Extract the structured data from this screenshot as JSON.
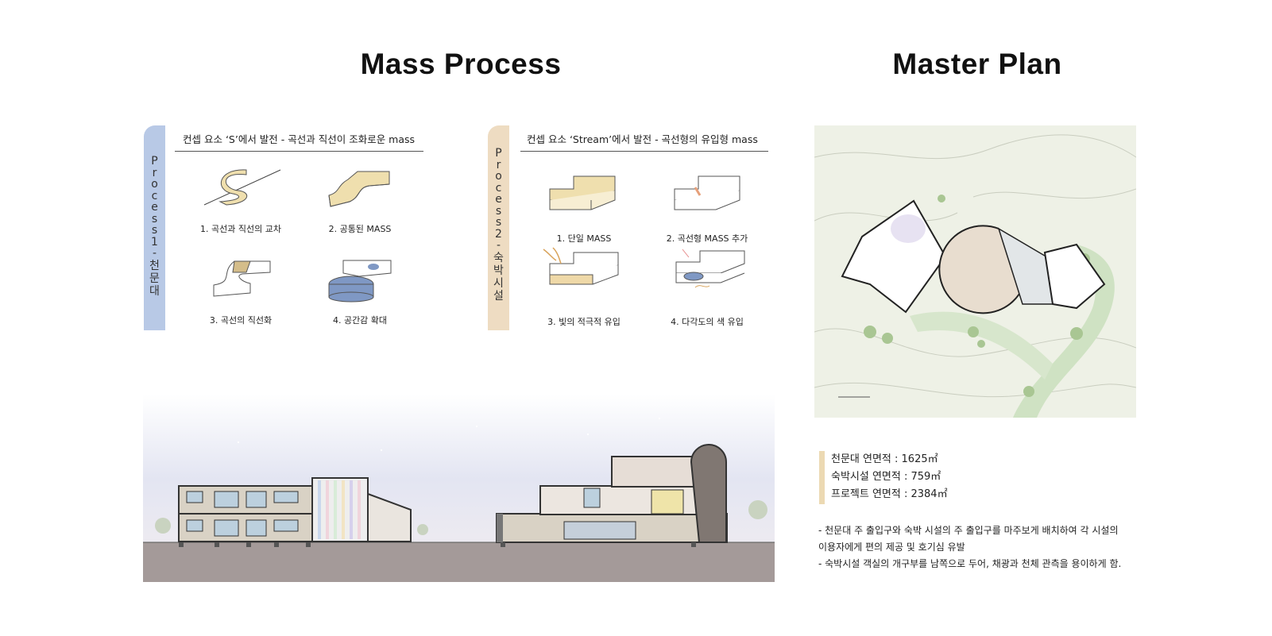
{
  "titles": {
    "mass_process": "Mass Process",
    "master_plan": "Master Plan"
  },
  "process1": {
    "tab_chars": [
      "P",
      "r",
      "o",
      "c",
      "e",
      "s",
      "s",
      "1",
      "-",
      "천",
      "문",
      "대"
    ],
    "heading": "컨셉 요소 ‘S’에서 발전 - 곡선과 직선이 조화로운 mass",
    "captions": [
      "1. 곡선과 직선의 교차",
      "2. 공통된 MASS",
      "3. 곡선의 직선화",
      "4. 공간감 확대"
    ]
  },
  "process2": {
    "tab_chars": [
      "P",
      "r",
      "o",
      "c",
      "e",
      "s",
      "s",
      "2",
      "-",
      "숙",
      "박",
      "시",
      "설"
    ],
    "heading": "컨셉 요소 ‘Stream’에서 발전 - 곡선형의 유입형 mass",
    "captions": [
      "1. 단일 MASS",
      "2. 곡선형 MASS 추가",
      "3. 빛의 적극적 유입",
      "4. 다각도의 색 유입"
    ]
  },
  "areas": [
    "천문대  연면적 : 1625㎡",
    "숙박시설 연면적 : 759㎡",
    "프로젝트 연면적 : 2384㎡"
  ],
  "notes": [
    "- 천문대 주 출입구와 숙박 시설의 주 출입구를 마주보게 배치하여 각 시설의",
    "이용자에게 편의 제공 및 호기심 유발",
    "- 숙박시설 객실의 개구부를 남쪽으로 두어, 채광과 천체 관측을 용이하게 함."
  ],
  "colors": {
    "accent_blue": "#b8c9e6",
    "accent_beige": "#eedcc2",
    "mass_yellow": "#efdfae",
    "mass_blue": "#7f98c4"
  }
}
